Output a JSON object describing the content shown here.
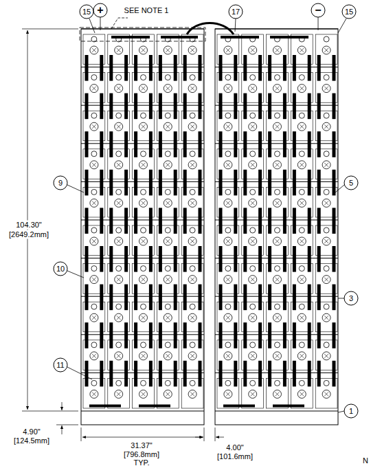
{
  "diagram": {
    "labels": [
      "+",
      "SEE NOTE 1",
      "15",
      "17",
      "−",
      "15",
      "9",
      "5",
      "10",
      "3",
      "11",
      "1",
      "104.30\"",
      "[2649.2mm]",
      "4.90\"",
      "[124.5mm]",
      "31.37\"",
      "[796.8mm]",
      "TYP.",
      "4.00\"",
      "[101.6mm]",
      "N"
    ]
  }
}
